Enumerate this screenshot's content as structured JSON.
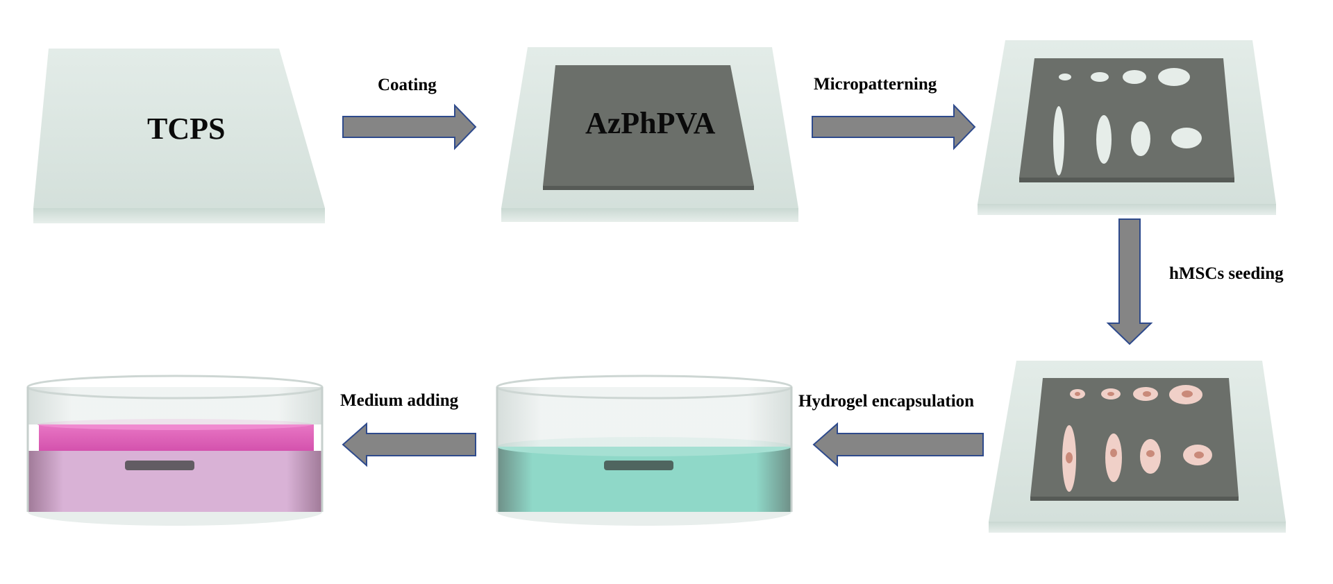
{
  "diagram": {
    "nodes": {
      "tcps": "TCPS",
      "azphpva": "AzPhPVA"
    },
    "steps": {
      "coating": "Coating",
      "micropatterning": "Micropatterning",
      "seeding": "hMSCs seeding",
      "hydrogel": "Hydrogel encapsulation",
      "medium": "Medium adding"
    }
  },
  "colors": {
    "substrate": "#dce7e3",
    "film": "#6b6f6a",
    "arrow_fill": "#858585",
    "arrow_stroke": "#2e4a8c",
    "cell_fill": "#f0d0c8",
    "cell_nucleus": "#c98a7a",
    "hydrogel": "#7fd0c0",
    "medium": "#e060b8"
  }
}
